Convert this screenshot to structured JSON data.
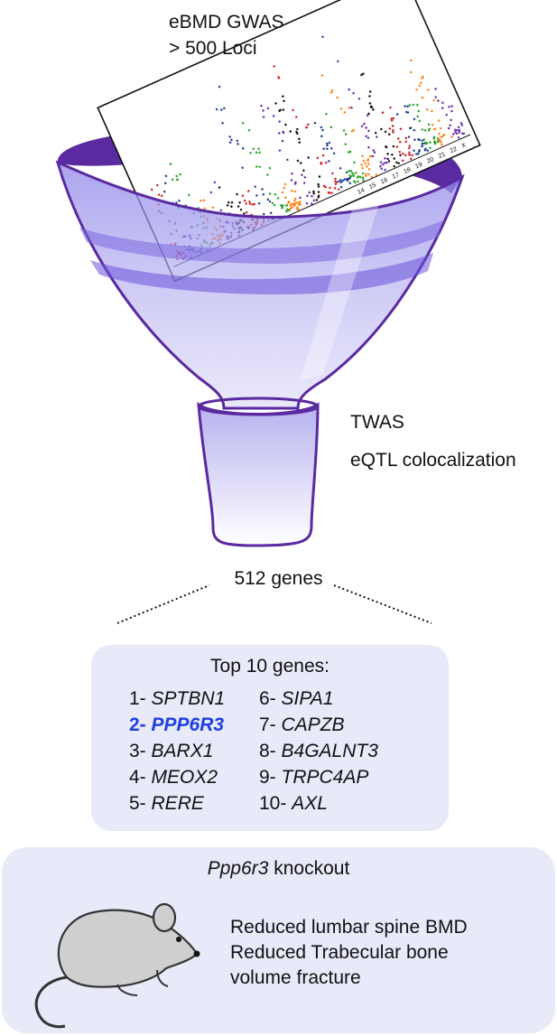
{
  "gwas": {
    "title_line1": "eBMD GWAS",
    "title_line2": "> 500 Loci",
    "chromosome_labels": [
      "14",
      "15",
      "16",
      "17",
      "18",
      "19",
      "20",
      "21",
      "22",
      "X"
    ]
  },
  "steps": [
    "TWAS",
    "eQTL colocalization"
  ],
  "gene_count": "512 genes",
  "top_genes": {
    "title": "Top 10 genes:",
    "items": [
      {
        "rank": "1-",
        "gene": "SPTBN1",
        "highlight": false
      },
      {
        "rank": "2-",
        "gene": "PPP6R3",
        "highlight": true
      },
      {
        "rank": "3-",
        "gene": "BARX1",
        "highlight": false
      },
      {
        "rank": "4-",
        "gene": "MEOX2",
        "highlight": false
      },
      {
        "rank": "5-",
        "gene": "RERE",
        "highlight": false
      },
      {
        "rank": "6-",
        "gene": "SIPA1",
        "highlight": false
      },
      {
        "rank": "7-",
        "gene": "CAPZB",
        "highlight": false
      },
      {
        "rank": "8-",
        "gene": "B4GALNT3",
        "highlight": false
      },
      {
        "rank": "9-",
        "gene": "TRPC4AP",
        "highlight": false
      },
      {
        "rank": "10-",
        "gene": "AXL",
        "highlight": false
      }
    ]
  },
  "knockout": {
    "gene": "Ppp6r3",
    "suffix": " knockout",
    "phenotypes": [
      "Reduced lumbar spine BMD",
      "Reduced Trabecular bone",
      "volume fracture"
    ]
  },
  "colors": {
    "funnel_dark": "#5a2aa0",
    "funnel_light": "#8a7ee6",
    "highlight": "#1f3fe0",
    "box_fill": "#e8e9f9",
    "manhattan": [
      "#d21f1f",
      "#1f3f8f",
      "#2ca02c",
      "#ff7f0e",
      "#6a2ca8",
      "#111111"
    ]
  }
}
